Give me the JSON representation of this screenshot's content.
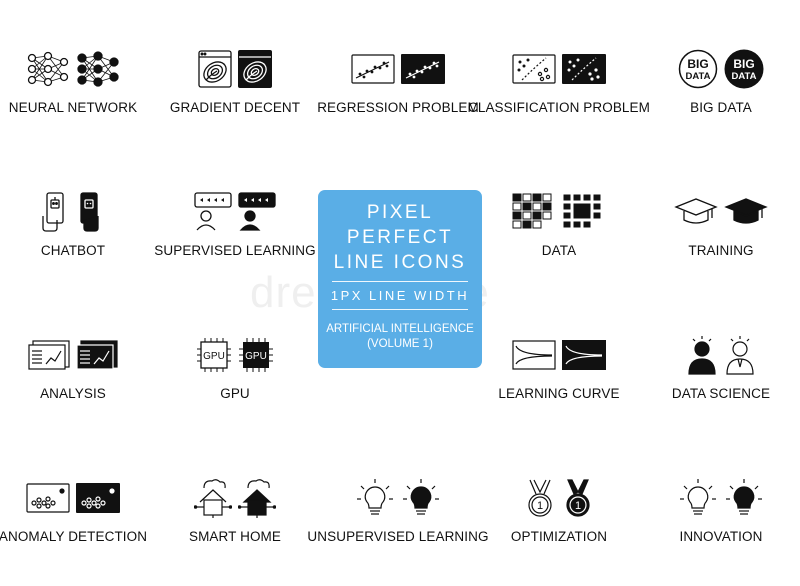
{
  "center_box": {
    "line1": "PIXEL PERFECT",
    "line2": "LINE ICONS",
    "line3": "1PX LINE WIDTH",
    "line4": "ARTIFICIAL INTELLIGENCE",
    "line5": "(VOLUME 1)"
  },
  "watermark": "dreamstime",
  "icons": [
    {
      "label": "NEURAL NETWORK",
      "icon": "neural-network-icon"
    },
    {
      "label": "GRADIENT DECENT",
      "icon": "gradient-descent-icon"
    },
    {
      "label": "REGRESSION PROBLEM",
      "icon": "regression-icon"
    },
    {
      "label": "CLASSIFICATION PROBLEM",
      "icon": "classification-icon"
    },
    {
      "label": "BIG DATA",
      "icon": "big-data-icon",
      "badge_text": [
        "BIG",
        "DATA"
      ]
    },
    {
      "label": "CHATBOT",
      "icon": "chatbot-icon"
    },
    {
      "label": "SUPERVISED LEARNING",
      "icon": "supervised-learning-icon"
    },
    {
      "label": "DATA",
      "icon": "data-blocks-icon"
    },
    {
      "label": "TRAINING",
      "icon": "graduation-cap-icon"
    },
    {
      "label": "ANALYSIS",
      "icon": "analysis-chart-icon"
    },
    {
      "label": "GPU",
      "icon": "gpu-chip-icon",
      "chip_text": "GPU"
    },
    {
      "label": "LEARNING CURVE",
      "icon": "learning-curve-icon"
    },
    {
      "label": "DATA SCIENCE",
      "icon": "data-scientist-icon"
    },
    {
      "label": "ANOMALY DETECTION",
      "icon": "anomaly-detection-icon"
    },
    {
      "label": "SMART HOME",
      "icon": "smart-home-icon"
    },
    {
      "label": "UNSUPERVISED LEARNING",
      "icon": "lightbulb-icon"
    },
    {
      "label": "OPTIMIZATION",
      "icon": "medal-icon",
      "medal_number": "1"
    },
    {
      "label": "INNOVATION",
      "icon": "idea-bulb-icon"
    }
  ],
  "colors": {
    "accent": "#5aaee6",
    "ink": "#111111"
  }
}
